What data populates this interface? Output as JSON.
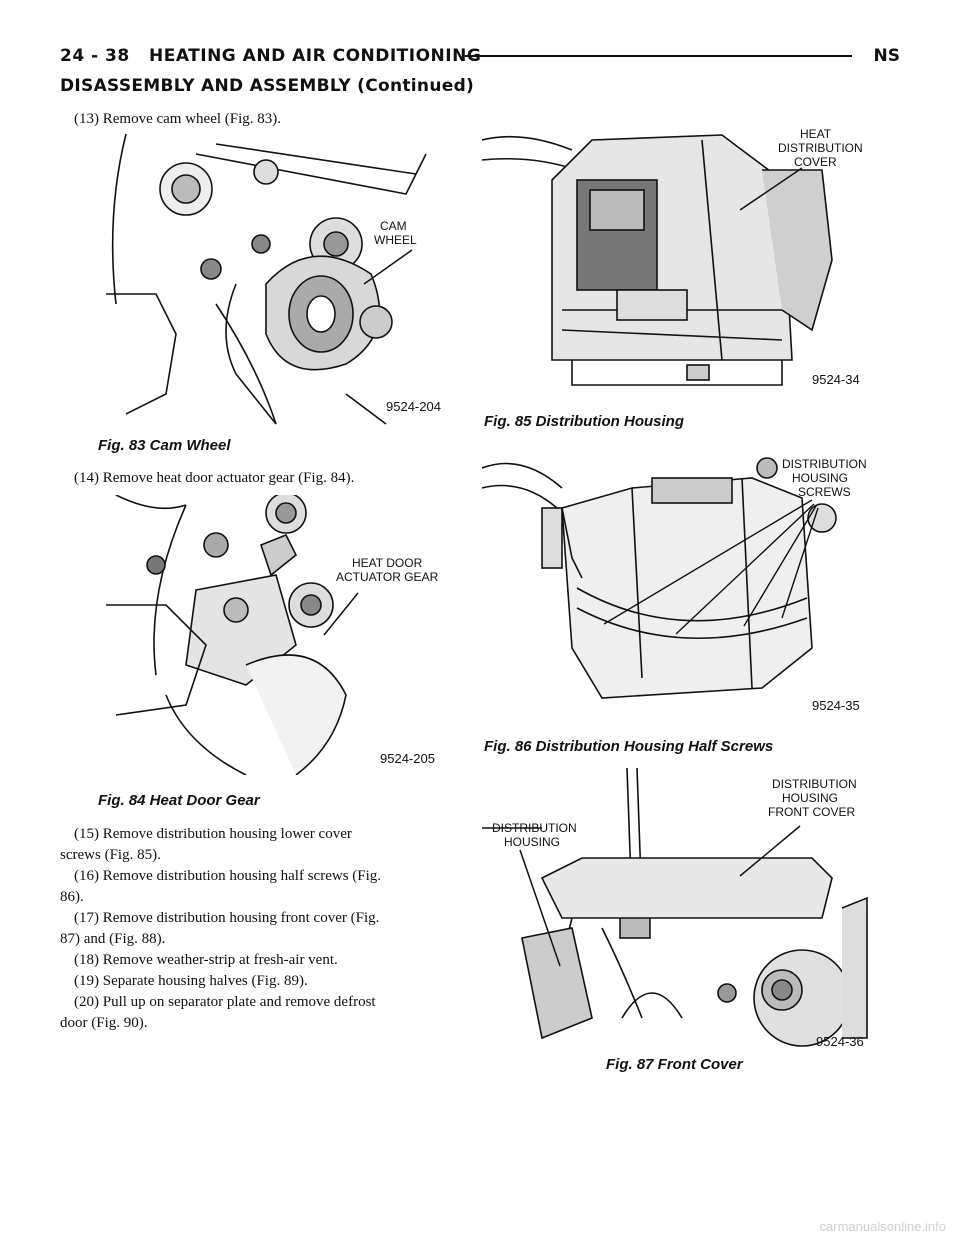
{
  "header": {
    "page_number": "24 - 38",
    "chapter": "HEATING AND AIR CONDITIONING",
    "model": "NS"
  },
  "section_title": "DISASSEMBLY AND ASSEMBLY (Continued)",
  "steps": {
    "s13": "(13) Remove cam wheel (Fig. 83).",
    "s14": "(14) Remove heat door actuator gear (Fig. 84).",
    "s15a": "(15) Remove distribution housing lower cover",
    "s15b": "screws (Fig. 85).",
    "s16a": "(16) Remove distribution housing half screws (Fig.",
    "s16b": "86).",
    "s17a": "(17) Remove distribution housing front cover (Fig.",
    "s17b": "87) and (Fig. 88).",
    "s18": "(18) Remove weather-strip at fresh-air vent.",
    "s19": "(19) Separate housing halves (Fig. 89).",
    "s20a": "(20) Pull up on separator plate and remove defrost",
    "s20b": "door (Fig. 90)."
  },
  "figures": {
    "fig83": {
      "caption": "Fig. 83 Cam Wheel",
      "label_line1": "CAM",
      "label_line2": "WHEEL",
      "code": "9524-204"
    },
    "fig84": {
      "caption": "Fig. 84 Heat Door Gear",
      "label_line1": "HEAT DOOR",
      "label_line2": "ACTUATOR GEAR",
      "code": "9524-205"
    },
    "fig85": {
      "caption": "Fig. 85 Distribution Housing",
      "label_line1": "HEAT",
      "label_line2": "DISTRIBUTION",
      "label_line3": "COVER",
      "code": "9524-34"
    },
    "fig86": {
      "caption": "Fig. 86 Distribution Housing Half Screws",
      "label_line1": "DISTRIBUTION",
      "label_line2": "HOUSING",
      "label_line3": "SCREWS",
      "code": "9524-35"
    },
    "fig87": {
      "caption": "Fig. 87 Front Cover",
      "left_label_line1": "DISTRIBUTION",
      "left_label_line2": "HOUSING",
      "right_label_line1": "DISTRIBUTION",
      "right_label_line2": "HOUSING",
      "right_label_line3": "FRONT COVER",
      "code": "9524-36"
    }
  },
  "watermark": "carmanualsonline.info"
}
